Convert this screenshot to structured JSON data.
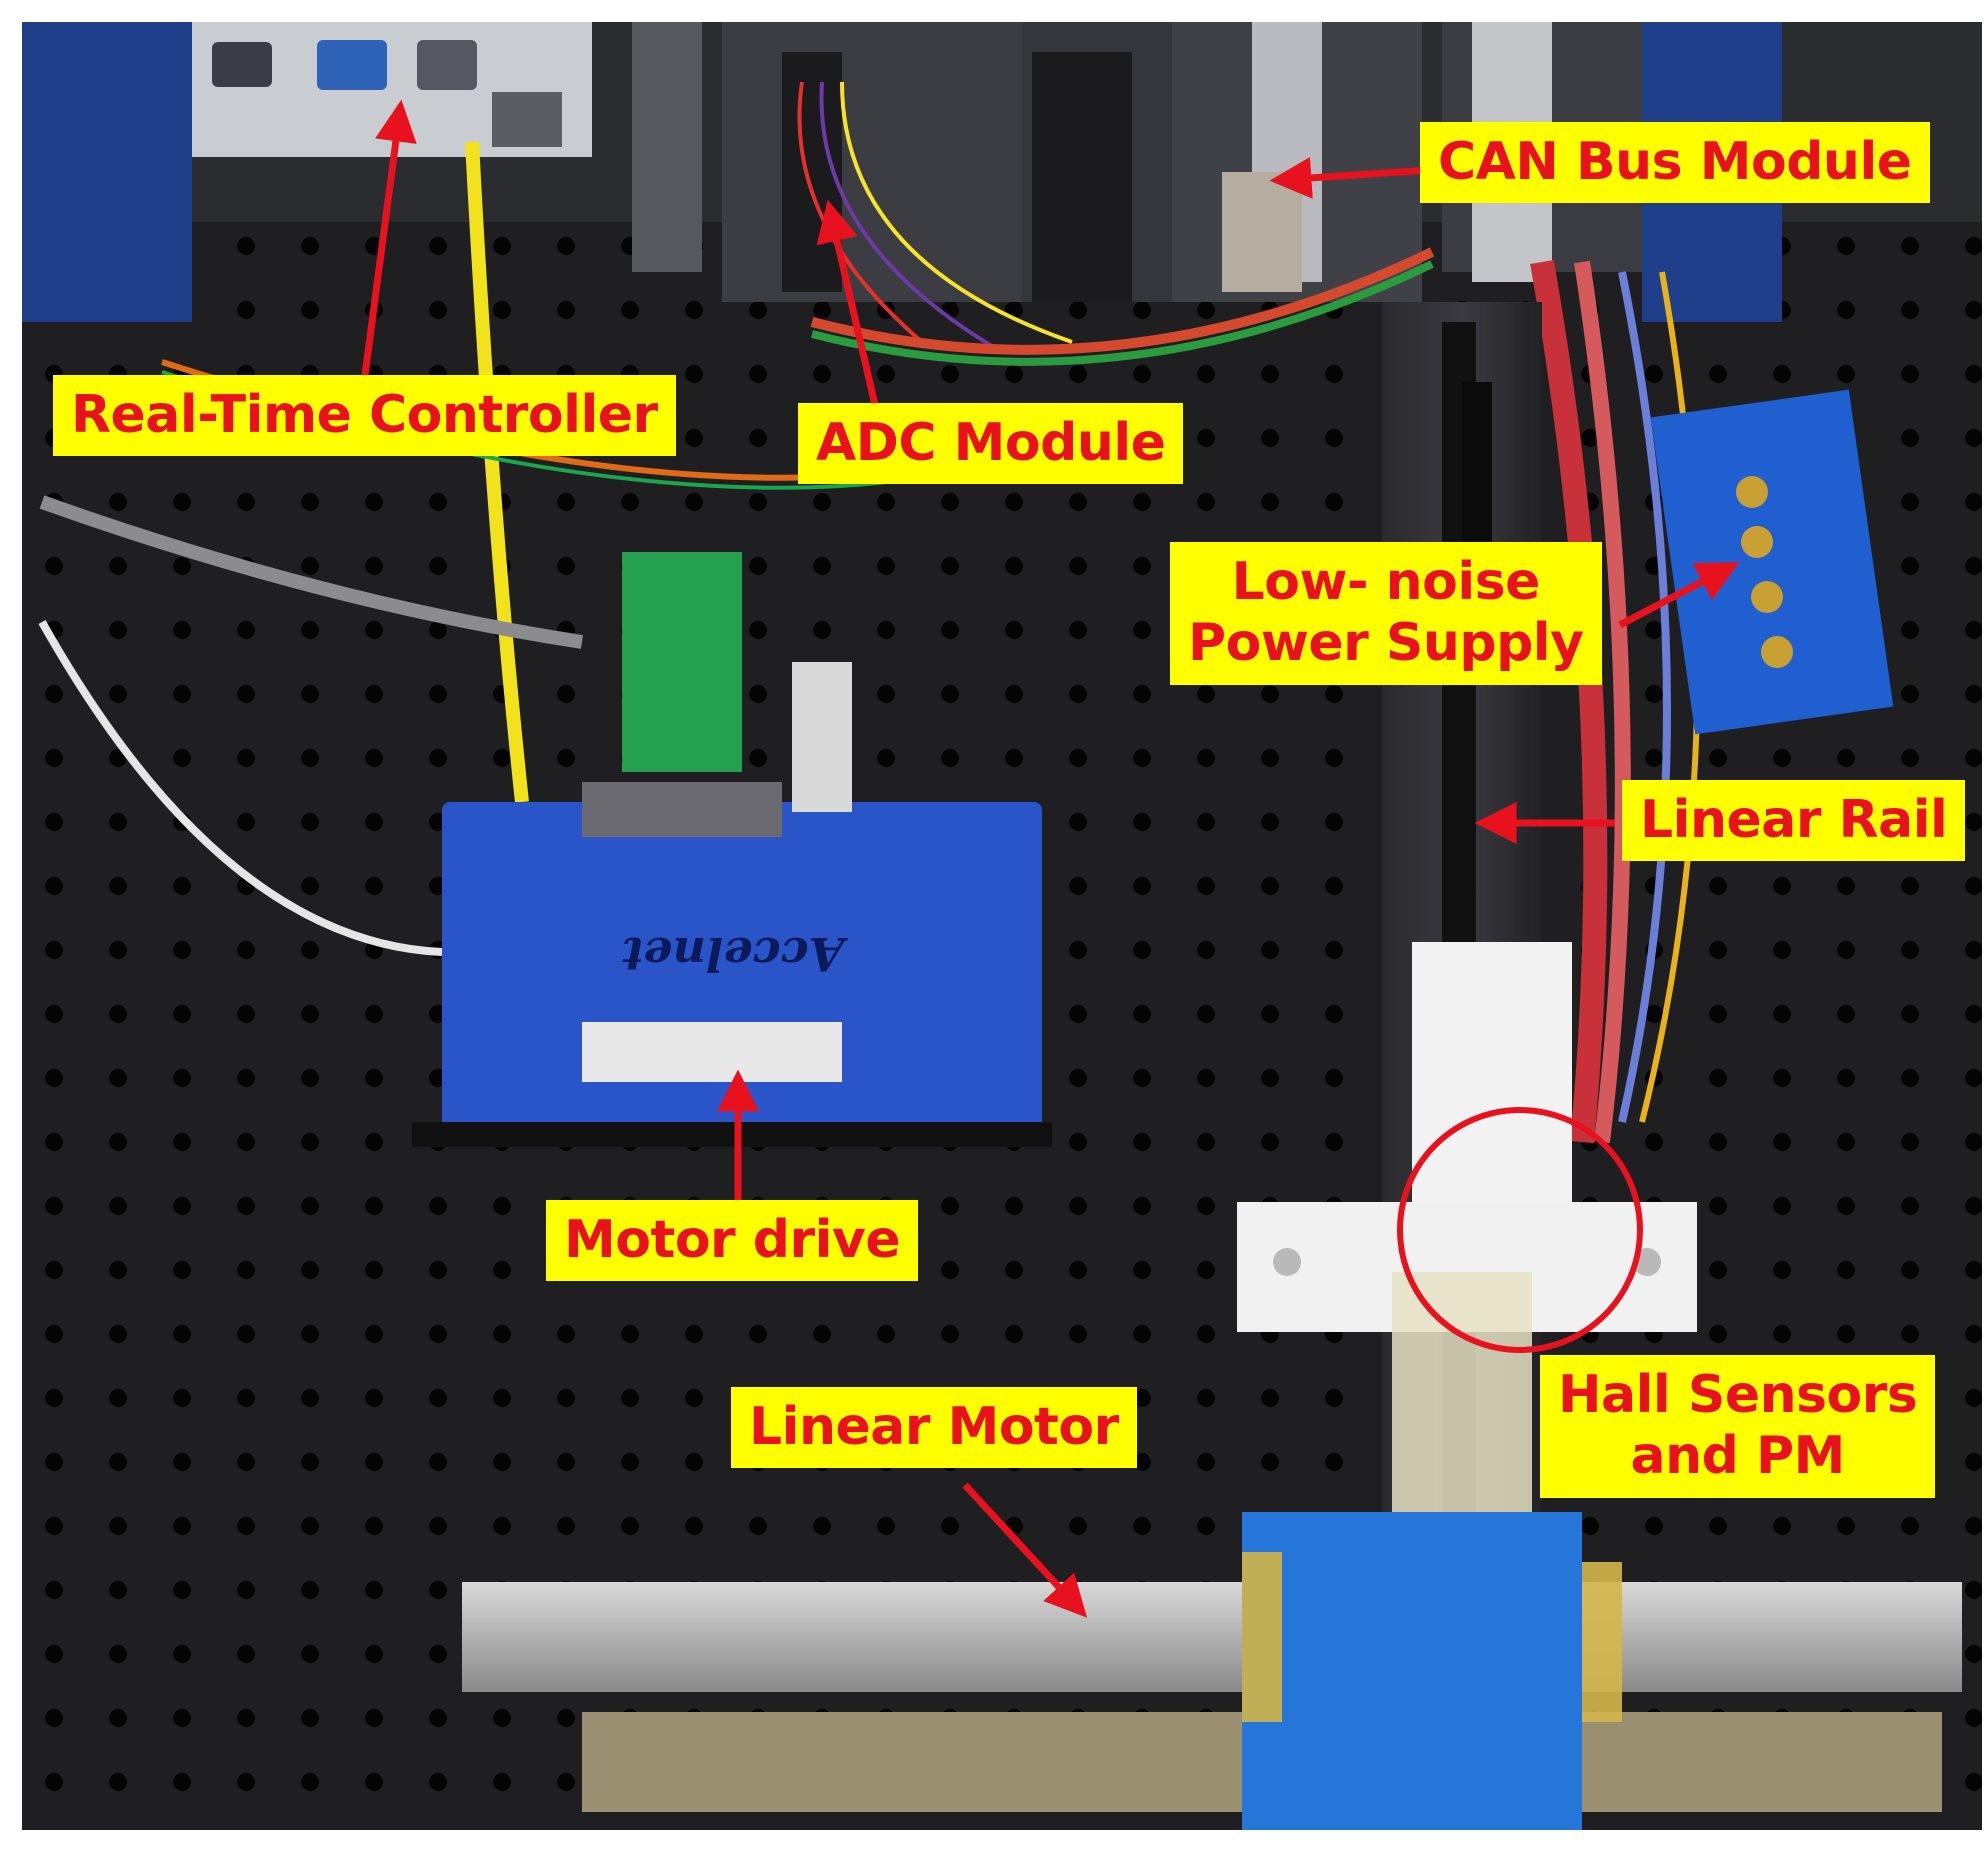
{
  "figure": {
    "type": "photo",
    "labels": {
      "real_time_controller": "Real-Time Controller",
      "adc_module": "ADC Module",
      "can_bus_module": "CAN Bus Module",
      "low_noise_power_supply_line1": "Low- noise",
      "low_noise_power_supply_line2": "Power Supply",
      "linear_rail": "Linear Rail",
      "motor_drive": "Motor drive",
      "hall_sensors_line1": "Hall Sensors",
      "hall_sensors_line2": "and PM",
      "linear_motor": "Linear Motor"
    },
    "device_text": {
      "drive_brand": "Accelnet"
    },
    "colors": {
      "label_background": "#ffff00",
      "label_text": "#e8121e",
      "arrow": "#e8121e",
      "drive_body": "#2a55c9",
      "breadboard": "#1d1d20",
      "power_supply": "#1f5fd0"
    }
  }
}
